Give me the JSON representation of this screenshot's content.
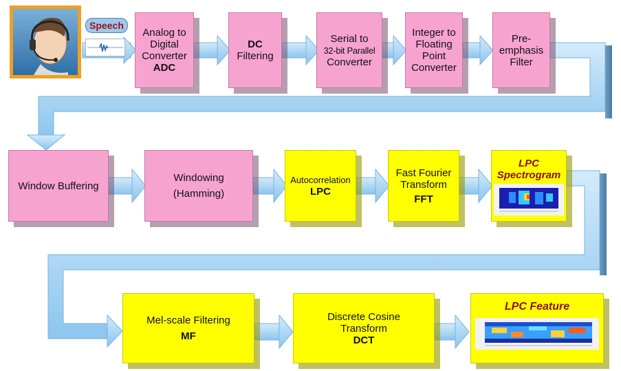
{
  "speaker": {
    "badge_label": "Speech"
  },
  "stages": [
    {
      "id": "adc",
      "lines": [
        "Analog to",
        "Digital",
        "Converter"
      ],
      "abbr": "ADC"
    },
    {
      "id": "dc",
      "lines": [
        "DC",
        "Filtering"
      ]
    },
    {
      "id": "s2p",
      "lines": [
        "Serial to",
        "32-bit Parallel",
        "Converter"
      ]
    },
    {
      "id": "i2f",
      "lines": [
        "Integer to",
        "Floating",
        "Point",
        "Converter"
      ]
    },
    {
      "id": "pre",
      "lines": [
        "Pre-",
        "emphasis",
        "Filter"
      ]
    },
    {
      "id": "win",
      "lines": [
        "Window Buffering"
      ]
    },
    {
      "id": "ham",
      "lines": [
        "Windowing",
        "(Hamming)"
      ]
    },
    {
      "id": "auto",
      "lines": [
        "Autocorrelation"
      ],
      "abbr": "LPC"
    },
    {
      "id": "fft",
      "lines": [
        "Fast Fourier",
        "Transform"
      ],
      "abbr": "FFT"
    },
    {
      "id": "spec",
      "title_lines": [
        "LPC",
        "Spectrogram"
      ]
    },
    {
      "id": "mf",
      "lines": [
        "Mel-scale Filtering"
      ],
      "abbr": "MF"
    },
    {
      "id": "dct",
      "lines": [
        "Discrete Cosine",
        "Transform"
      ],
      "abbr": "DCT"
    },
    {
      "id": "feat",
      "title": "LPC Feature"
    }
  ],
  "colors": {
    "pink": "#f7a3d0",
    "yellow": "#ffff00",
    "arrow": "#a9d6f5",
    "frame": "#f0a020",
    "title_red": "#8a1010"
  }
}
